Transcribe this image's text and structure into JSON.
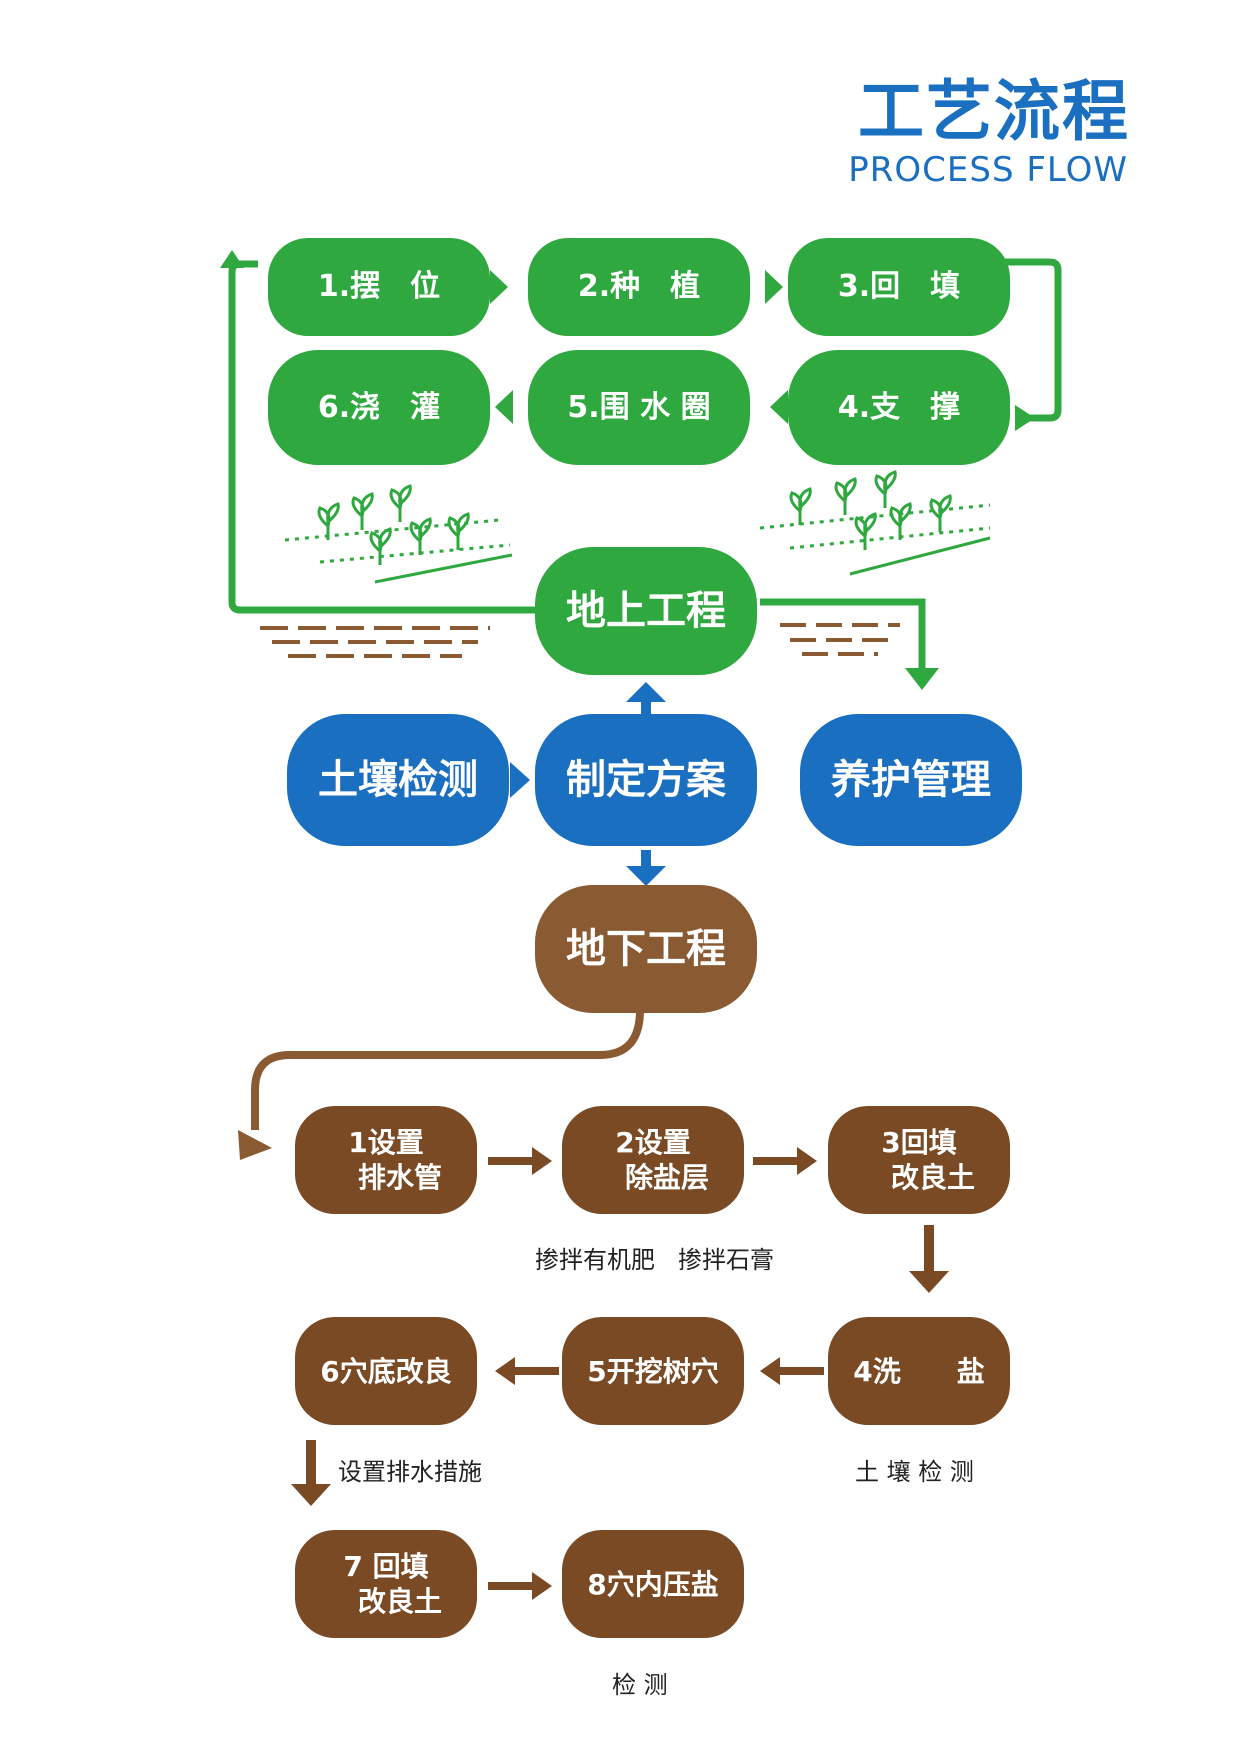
{
  "header": {
    "title_cn": "工艺流程",
    "title_en": "PROCESS FLOW"
  },
  "colors": {
    "green": "#2fa83f",
    "blue": "#1a6fc0",
    "brown": "#8a5a33",
    "dark_brown": "#7a4a25"
  },
  "above_ground_steps": [
    "1.摆　位",
    "2.种　植",
    "3.回　填",
    "4.支　撑",
    "5.围 水 圈",
    "6.浇　灌"
  ],
  "main": {
    "above": "地上工程",
    "soil_test": "土壤检测",
    "plan": "制定方案",
    "maintain": "养护管理",
    "below": "地下工程"
  },
  "below_ground_steps": [
    "1设置\n　排水管",
    "2设置\n　除盐层",
    "3回填\n　改良土",
    "4洗　　盐",
    "5开挖树穴",
    "6穴底改良",
    "7 回填\n　改良土",
    "8穴内压盐"
  ],
  "notes": {
    "organic": "掺拌有机肥",
    "gypsum": "掺拌石膏",
    "soil_check": "土 壤 检 测",
    "drainage": "设置排水措施",
    "check": "检 测"
  }
}
